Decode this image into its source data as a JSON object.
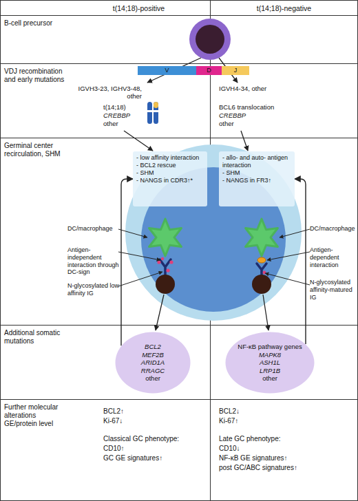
{
  "diagram": {
    "nodes": [
      {
        "text": [
          "V"
        ]
      },
      {
        "text": [
          "D"
        ]
      },
      {
        "text": [
          "J"
        ]
      },
      {
        "text": [
          "- low affinity interaction",
          "- BCL2 rescue",
          "- SHM",
          "- NANGS in CDR3↑*"
        ]
      },
      {
        "text": [
          "- allo- and auto- antigen interaction",
          "- SHM",
          "- NANGS in FR3↑"
        ]
      },
      {
        "text": [
          "BCL2",
          "MEF2B",
          "ARID1A",
          "RRAGC",
          "other"
        ]
      },
      {
        "text": [
          "NF-κB pathway genes",
          "MAPK8",
          "ASH1L",
          "LRP1B",
          "other"
        ]
      }
    ],
    "edges": [
      {
        "from": 5,
        "to": 3,
        "arrow": "to"
      },
      {
        "from": 6,
        "to": 4,
        "arrow": "to"
      }
    ],
    "labels": [
      "t(14;18)-positive",
      "t(14;18)-negative",
      "B-cell precursor",
      "VDJ recombination and early mutations",
      "IGVH3-23, IGHV3-48, other",
      "t(14;18)",
      "CREBBP",
      "other",
      "IGVH4-34, other",
      "BCL6 translocation",
      "CREBBP",
      "other",
      "Germinal center recirculation, SHM",
      "DC/macrophage",
      "Antigen-independent interaction through DC-sign",
      "N-glycosylated low affinity IG",
      "DC/macrophage",
      "Antigen-dependent interaction",
      "N-glycosylated affinity-matured IG",
      "Additional somatic mutations",
      "Further molecular alterations GE/protein level",
      "BCL2↑",
      "Ki-67↓",
      "Classical GC phenotype:",
      "CD10↑",
      "GC GE signatures↑",
      "BCL2↓",
      "Ki-67↑",
      "Late GC phenotype:",
      "CD10↓",
      "NF-κB GE signatures↑",
      "post GC/ABC signatures↑"
    ]
  }
}
